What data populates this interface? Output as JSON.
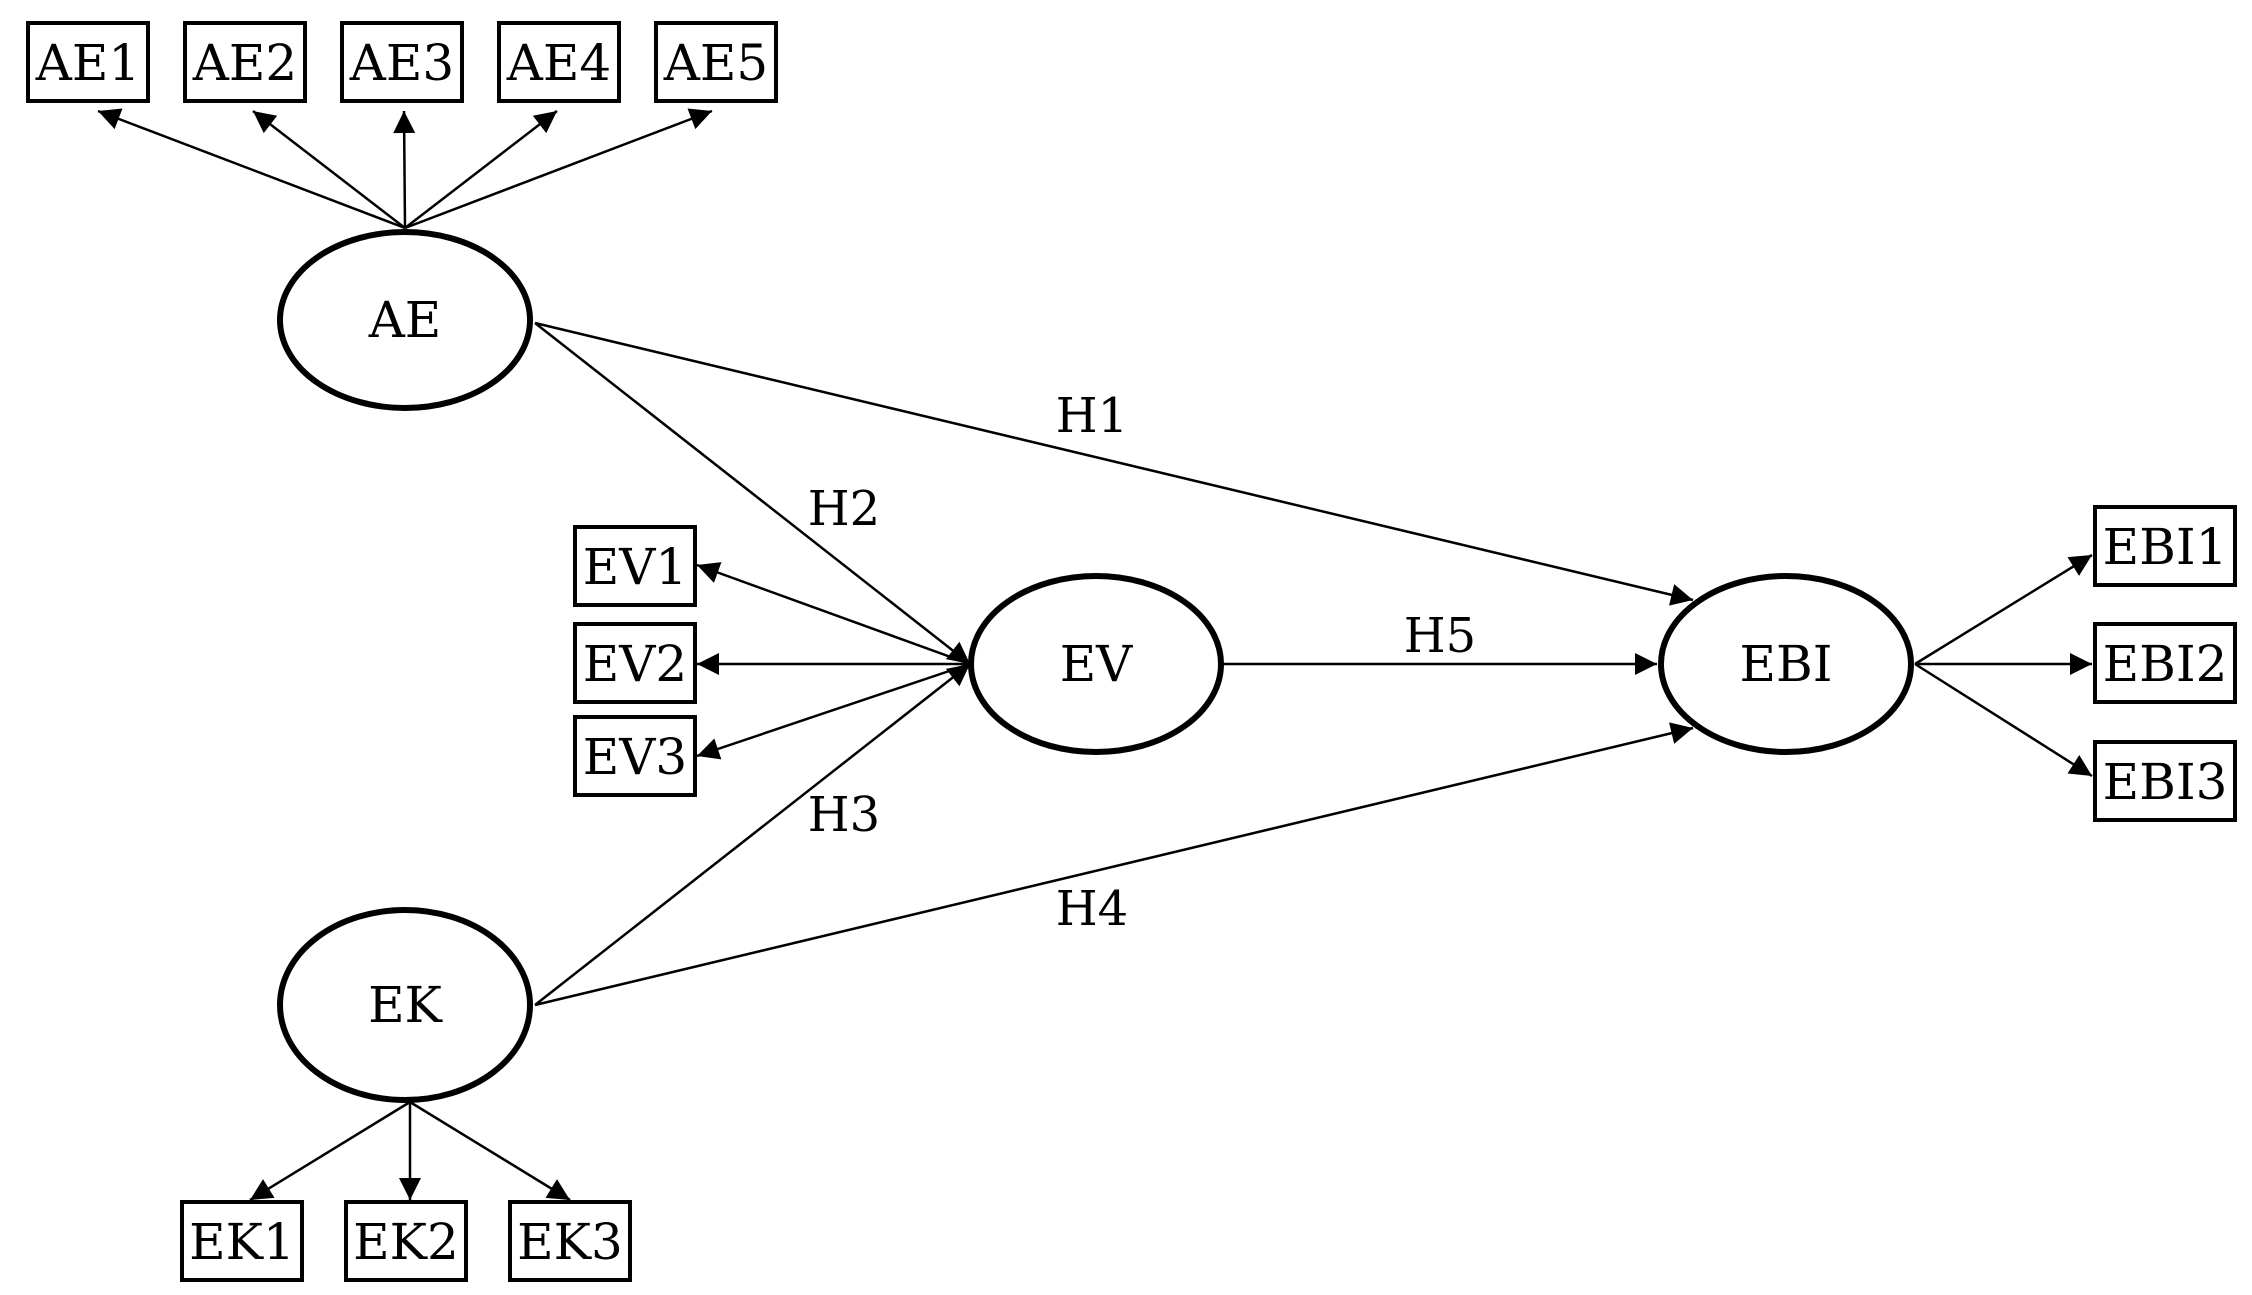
{
  "constructs": {
    "ae": "AE",
    "ev": "EV",
    "ek": "EK",
    "ebi": "EBI"
  },
  "indicators": {
    "ae": [
      "AE1",
      "AE2",
      "AE3",
      "AE4",
      "AE5"
    ],
    "ev": [
      "EV1",
      "EV2",
      "EV3"
    ],
    "ek": [
      "EK1",
      "EK2",
      "EK3"
    ],
    "ebi": [
      "EBI1",
      "EBI2",
      "EBI3"
    ]
  },
  "hypotheses": {
    "h1": "H1",
    "h2": "H2",
    "h3": "H3",
    "h4": "H4",
    "h5": "H5"
  },
  "colors": {
    "stroke": "#000000",
    "background": "#ffffff"
  }
}
